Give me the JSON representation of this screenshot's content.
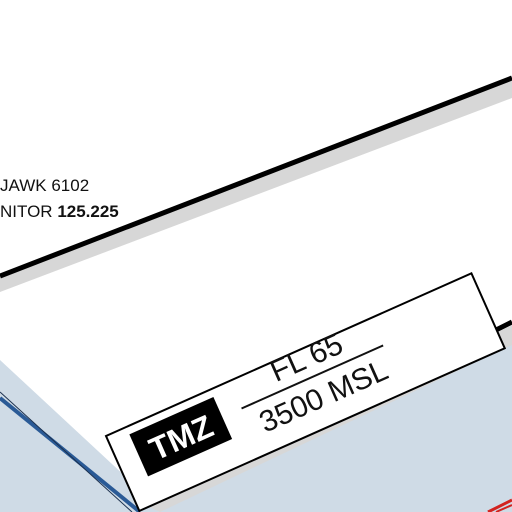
{
  "colors": {
    "airspace_border": "#000000",
    "border_shadow": "#d7d7d7",
    "airspace_fill": "#cfdbe6",
    "boundary_line": "#2a5a96",
    "label_box": "#ffffff",
    "tmz_badge": "#000000",
    "tmz_text": "#ffffff",
    "text": "#111111",
    "red_mark": "#d2231f"
  },
  "transponder": {
    "prefix": "...",
    "text": "JAWK",
    "code": "6102"
  },
  "monitor": {
    "text": "NITOR",
    "frequency": "125.225"
  },
  "tmz_box": {
    "badge": "TMZ",
    "upper_limit": "FL 65",
    "lower_limit": "3500 MSL"
  }
}
